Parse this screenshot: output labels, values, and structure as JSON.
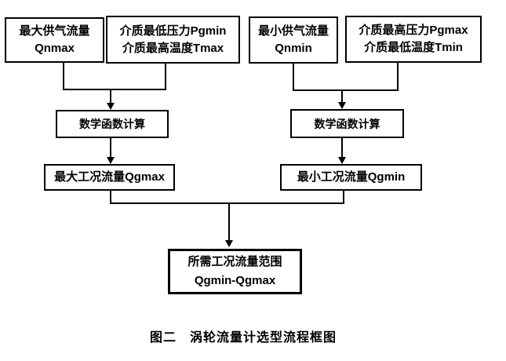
{
  "diagram": {
    "boxes": {
      "qnmax": {
        "line1": "最大供气流量",
        "line2": "Qnmax"
      },
      "pgmin": {
        "line1": "介质最低压力Pgmin",
        "line2": "介质最高温度Tmax"
      },
      "qnmin": {
        "line1": "最小供气流量",
        "line2": "Qnmin"
      },
      "pgmax": {
        "line1": "介质最高压力Pgmax",
        "line2": "介质最低温度Tmin"
      },
      "calc_left": {
        "label": "数学函数计算"
      },
      "calc_right": {
        "label": "数学函数计算"
      },
      "qgmax": {
        "label": "最大工况流量Qgmax"
      },
      "qgmin": {
        "label": "最小工况流量Qgmin"
      },
      "result": {
        "line1": "所需工况流量范围",
        "line2": "Qgmin-Qgmax"
      }
    },
    "caption": "图二　涡轮流量计选型流程框图",
    "colors": {
      "line": "#000000",
      "background": "#ffffff",
      "text": "#000000"
    }
  }
}
